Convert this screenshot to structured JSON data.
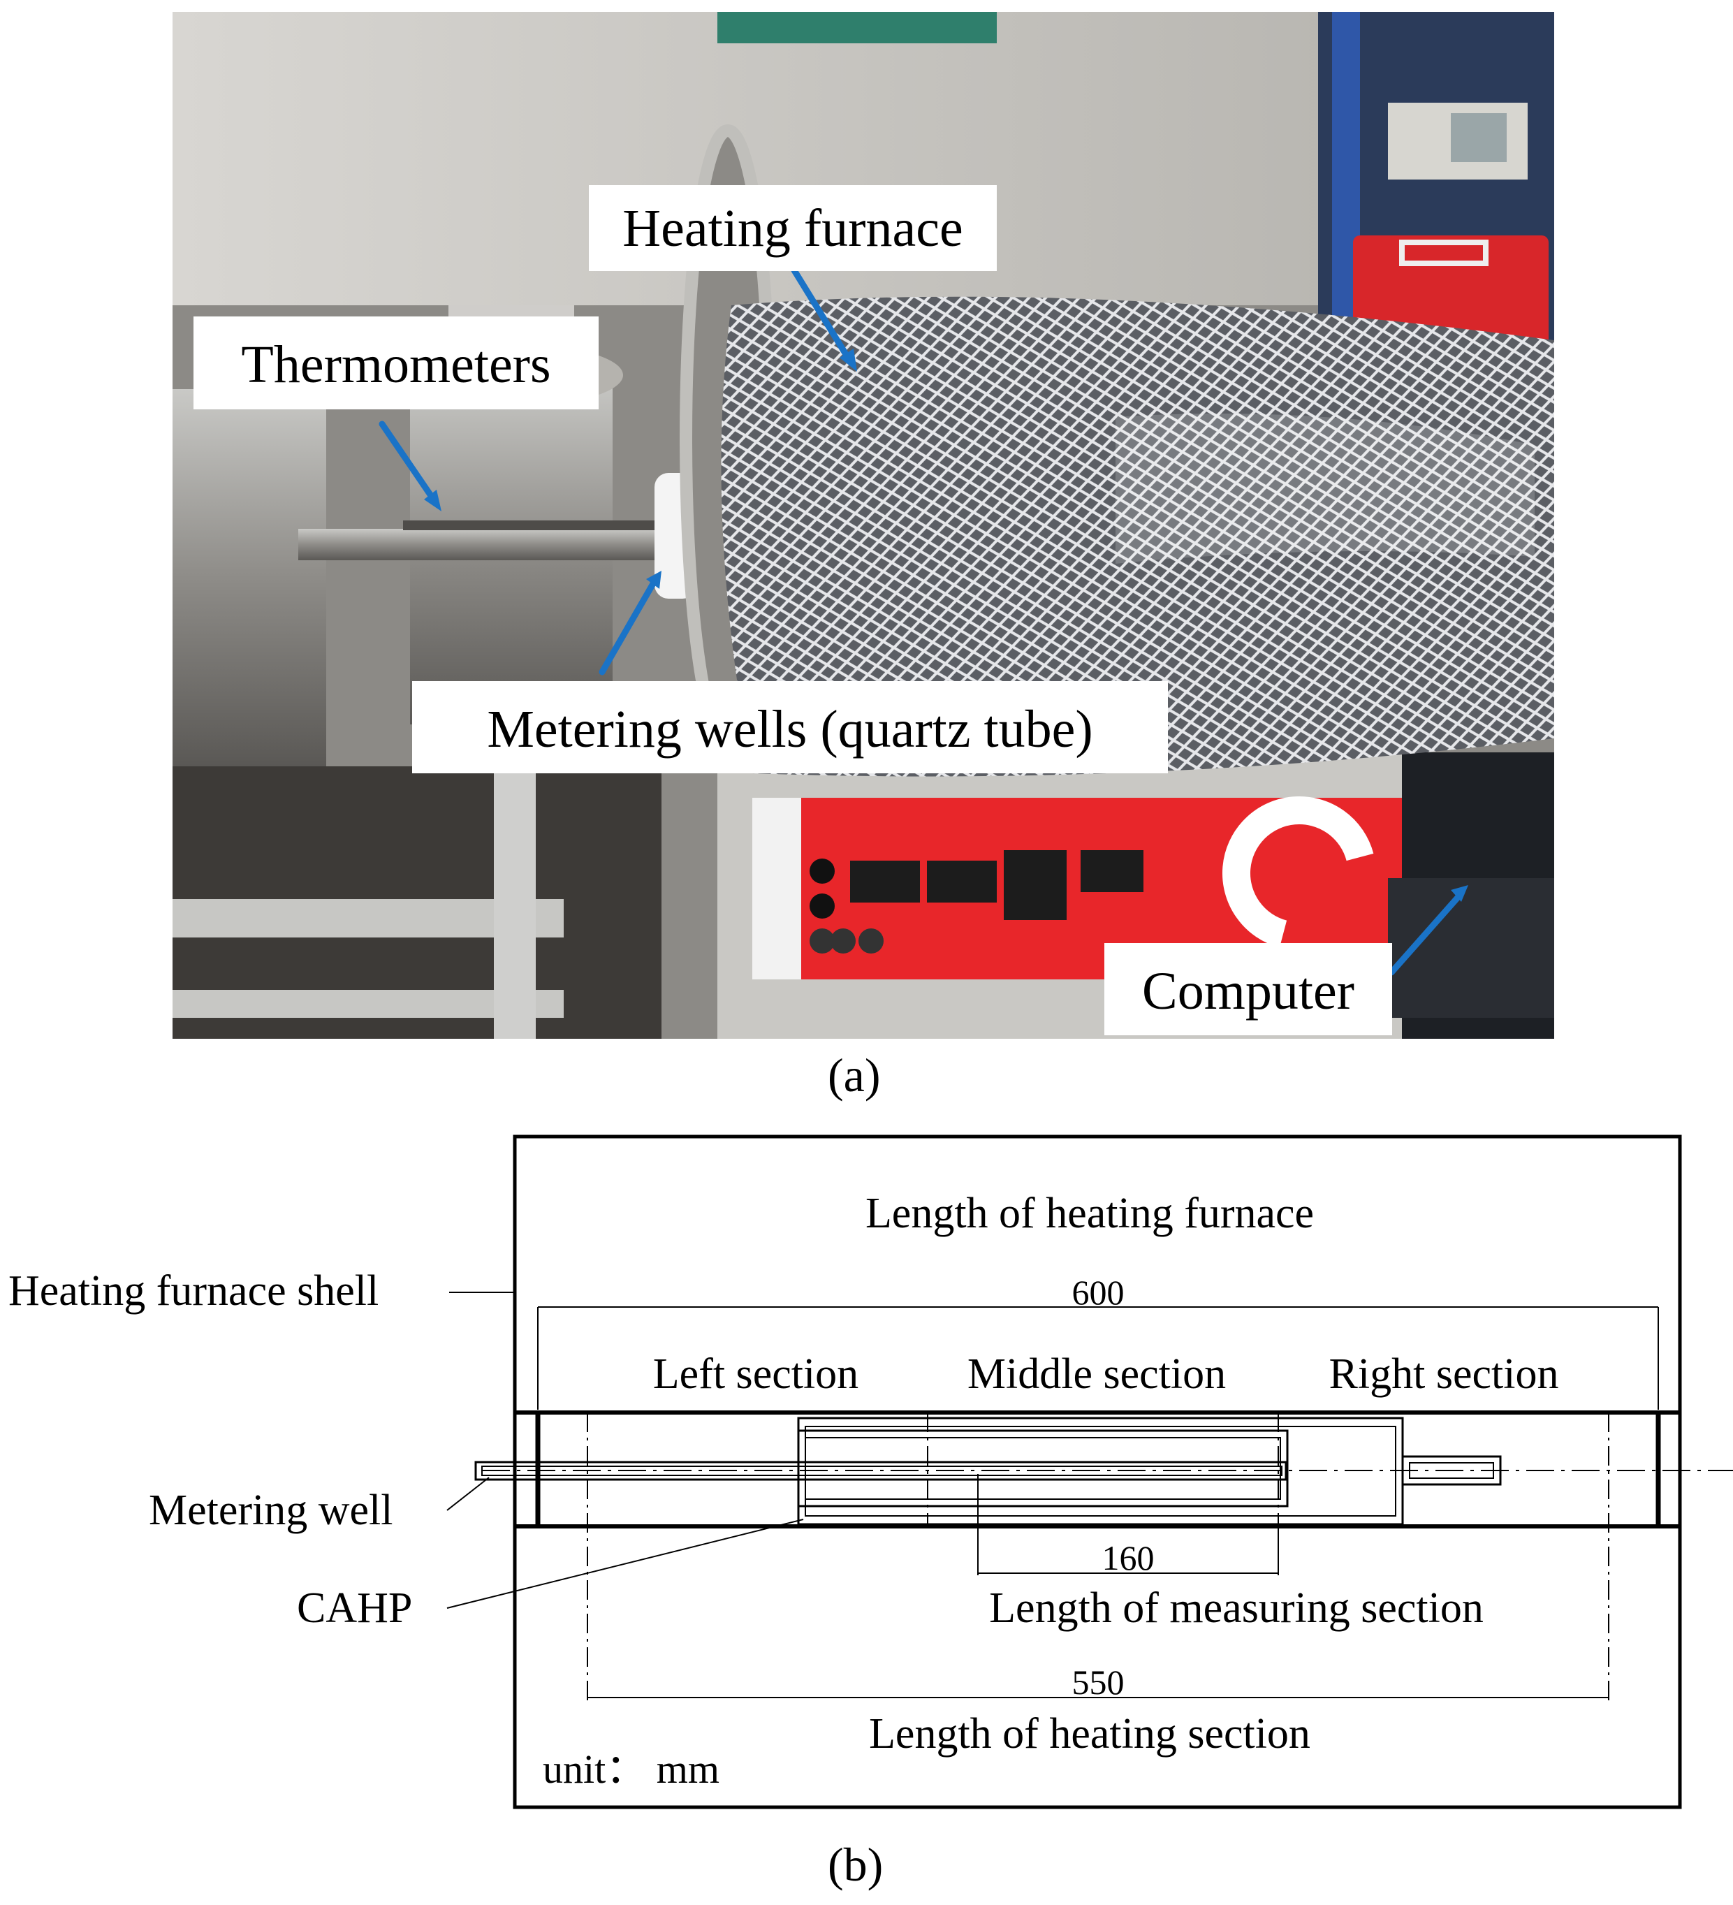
{
  "photo": {
    "labels": {
      "heating_furnace": "Heating furnace",
      "thermometers": "Thermometers",
      "metering_wells": "Metering wells (quartz tube)",
      "computer": "Computer"
    },
    "arrow_color": "#1a73c7",
    "furnace_panel_color": "#e8262a"
  },
  "panel_labels": {
    "a": "(a)",
    "b": "(b)"
  },
  "diagram": {
    "title_length_furnace": "Length of heating furnace",
    "dim_600": "600",
    "shell_label": "Heating furnace shell",
    "sections": {
      "left": "Left section",
      "middle": "Middle section",
      "right": "Right section"
    },
    "metering_well_label": "Metering well",
    "cahp_label": "CAHP",
    "dim_160": "160",
    "measuring_label": "Length of measuring section",
    "dim_550": "550",
    "heating_label": "Length of heating section",
    "unit": "unit：  mm"
  }
}
